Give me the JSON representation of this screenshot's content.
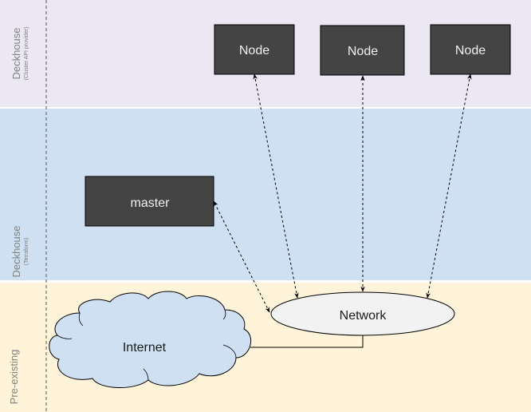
{
  "lanes": [
    {
      "id": "cluster-api",
      "title": "Deckhouse",
      "subtitle": "(Cluster API provider)",
      "color": "#ebe7f3"
    },
    {
      "id": "terraform",
      "title": "Deckhouse",
      "subtitle": "(Terraform)",
      "color": "#cee0f2"
    },
    {
      "id": "pre-existing",
      "title": "Pre-existing",
      "subtitle": "",
      "color": "#fff4da"
    }
  ],
  "nodes": {
    "node1": {
      "label": "Node"
    },
    "node2": {
      "label": "Node"
    },
    "node3": {
      "label": "Node"
    },
    "master": {
      "label": "master"
    },
    "network": {
      "label": "Network"
    },
    "internet": {
      "label": "Internet"
    }
  },
  "edges": [
    {
      "from": "network",
      "to": "master",
      "style": "dashed",
      "arrows": "both"
    },
    {
      "from": "network",
      "to": "node1",
      "style": "dashed",
      "arrows": "both"
    },
    {
      "from": "network",
      "to": "node2",
      "style": "dashed",
      "arrows": "both"
    },
    {
      "from": "network",
      "to": "node3",
      "style": "dashed",
      "arrows": "both"
    },
    {
      "from": "internet",
      "to": "network",
      "style": "solid",
      "arrows": "none"
    }
  ],
  "colors": {
    "box_fill": "#444444",
    "box_text": "#f0f0f0",
    "network_fill": "#f2f2f2",
    "cloud_fill": "#cee0f2",
    "stroke": "#000000",
    "lane_text": "#808080"
  }
}
